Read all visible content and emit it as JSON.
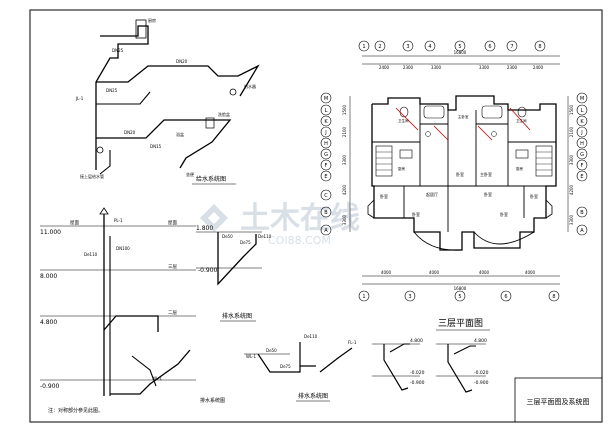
{
  "sheet": {
    "title_block": "三层平面图及系统图",
    "note": "注：对称部分参见此图。",
    "watermark_main": "土木在线",
    "watermark_sub": "COI88.COM"
  },
  "water_supply": {
    "title": "给水系统图",
    "labels": [
      "DN25",
      "DN20",
      "DN25",
      "DN20",
      "DN15",
      "JL-1",
      "热水器",
      "洗脸盆",
      "坐便",
      "浴盆",
      "厨房",
      "接上层给水管"
    ]
  },
  "drainage": {
    "title": "排水系统图",
    "elevations": [
      "11.000",
      "8.000",
      "4.800",
      "-0.900"
    ],
    "floors": [
      "屋面",
      "三层",
      "二层"
    ],
    "labels": [
      "屋面",
      "DN100",
      "De110",
      "PL-1",
      "WL-1"
    ]
  },
  "detail_drain": {
    "title": "排水系统图",
    "elevations": [
      "1.800",
      "-0.900"
    ],
    "labels": [
      "De50",
      "De75",
      "De110"
    ]
  },
  "detail_small": {
    "labels": [
      "De50",
      "De75",
      "De110",
      "WL-1",
      "FL-1"
    ],
    "title": "排水系统图"
  },
  "detail_right": {
    "elevations": [
      "4.800",
      "-0.020",
      "-0.900",
      "4.800",
      "-0.020",
      "-0.900"
    ]
  },
  "floor_plan": {
    "title": "三层平面图",
    "top_axes": [
      "1",
      "2",
      "3",
      "4",
      "5",
      "6",
      "7",
      "8"
    ],
    "bottom_axes": [
      "1",
      "3",
      "5",
      "6",
      "8"
    ],
    "left_axes": [
      "M",
      "L",
      "K",
      "J",
      "H",
      "G",
      "F",
      "E",
      "C",
      "B",
      "A"
    ],
    "right_axes": [
      "M",
      "L",
      "K",
      "J",
      "H",
      "G",
      "F",
      "E",
      "B",
      "A"
    ],
    "top_dims": [
      "2400",
      "2300",
      "3300",
      "3300",
      "2300",
      "2400"
    ],
    "top_total": "16800",
    "bottom_dims": [
      "4000",
      "4000",
      "4000",
      "4000"
    ],
    "bottom_total": "16800",
    "left_dims": [
      "1500",
      "2100",
      "3300",
      "4200",
      "3300"
    ],
    "right_dims": [
      "1500",
      "2100",
      "3300",
      "4200",
      "3300"
    ],
    "rooms": [
      "卧室",
      "卧室",
      "起居厅",
      "卧室",
      "卧室",
      "卫生间",
      "厨房",
      "卫生间",
      "厨房",
      "主卧室",
      "主卧室",
      "卧室",
      "卧室"
    ]
  },
  "colors": {
    "line": "#000000",
    "accent": "#cc0000",
    "grid": "#999999"
  }
}
